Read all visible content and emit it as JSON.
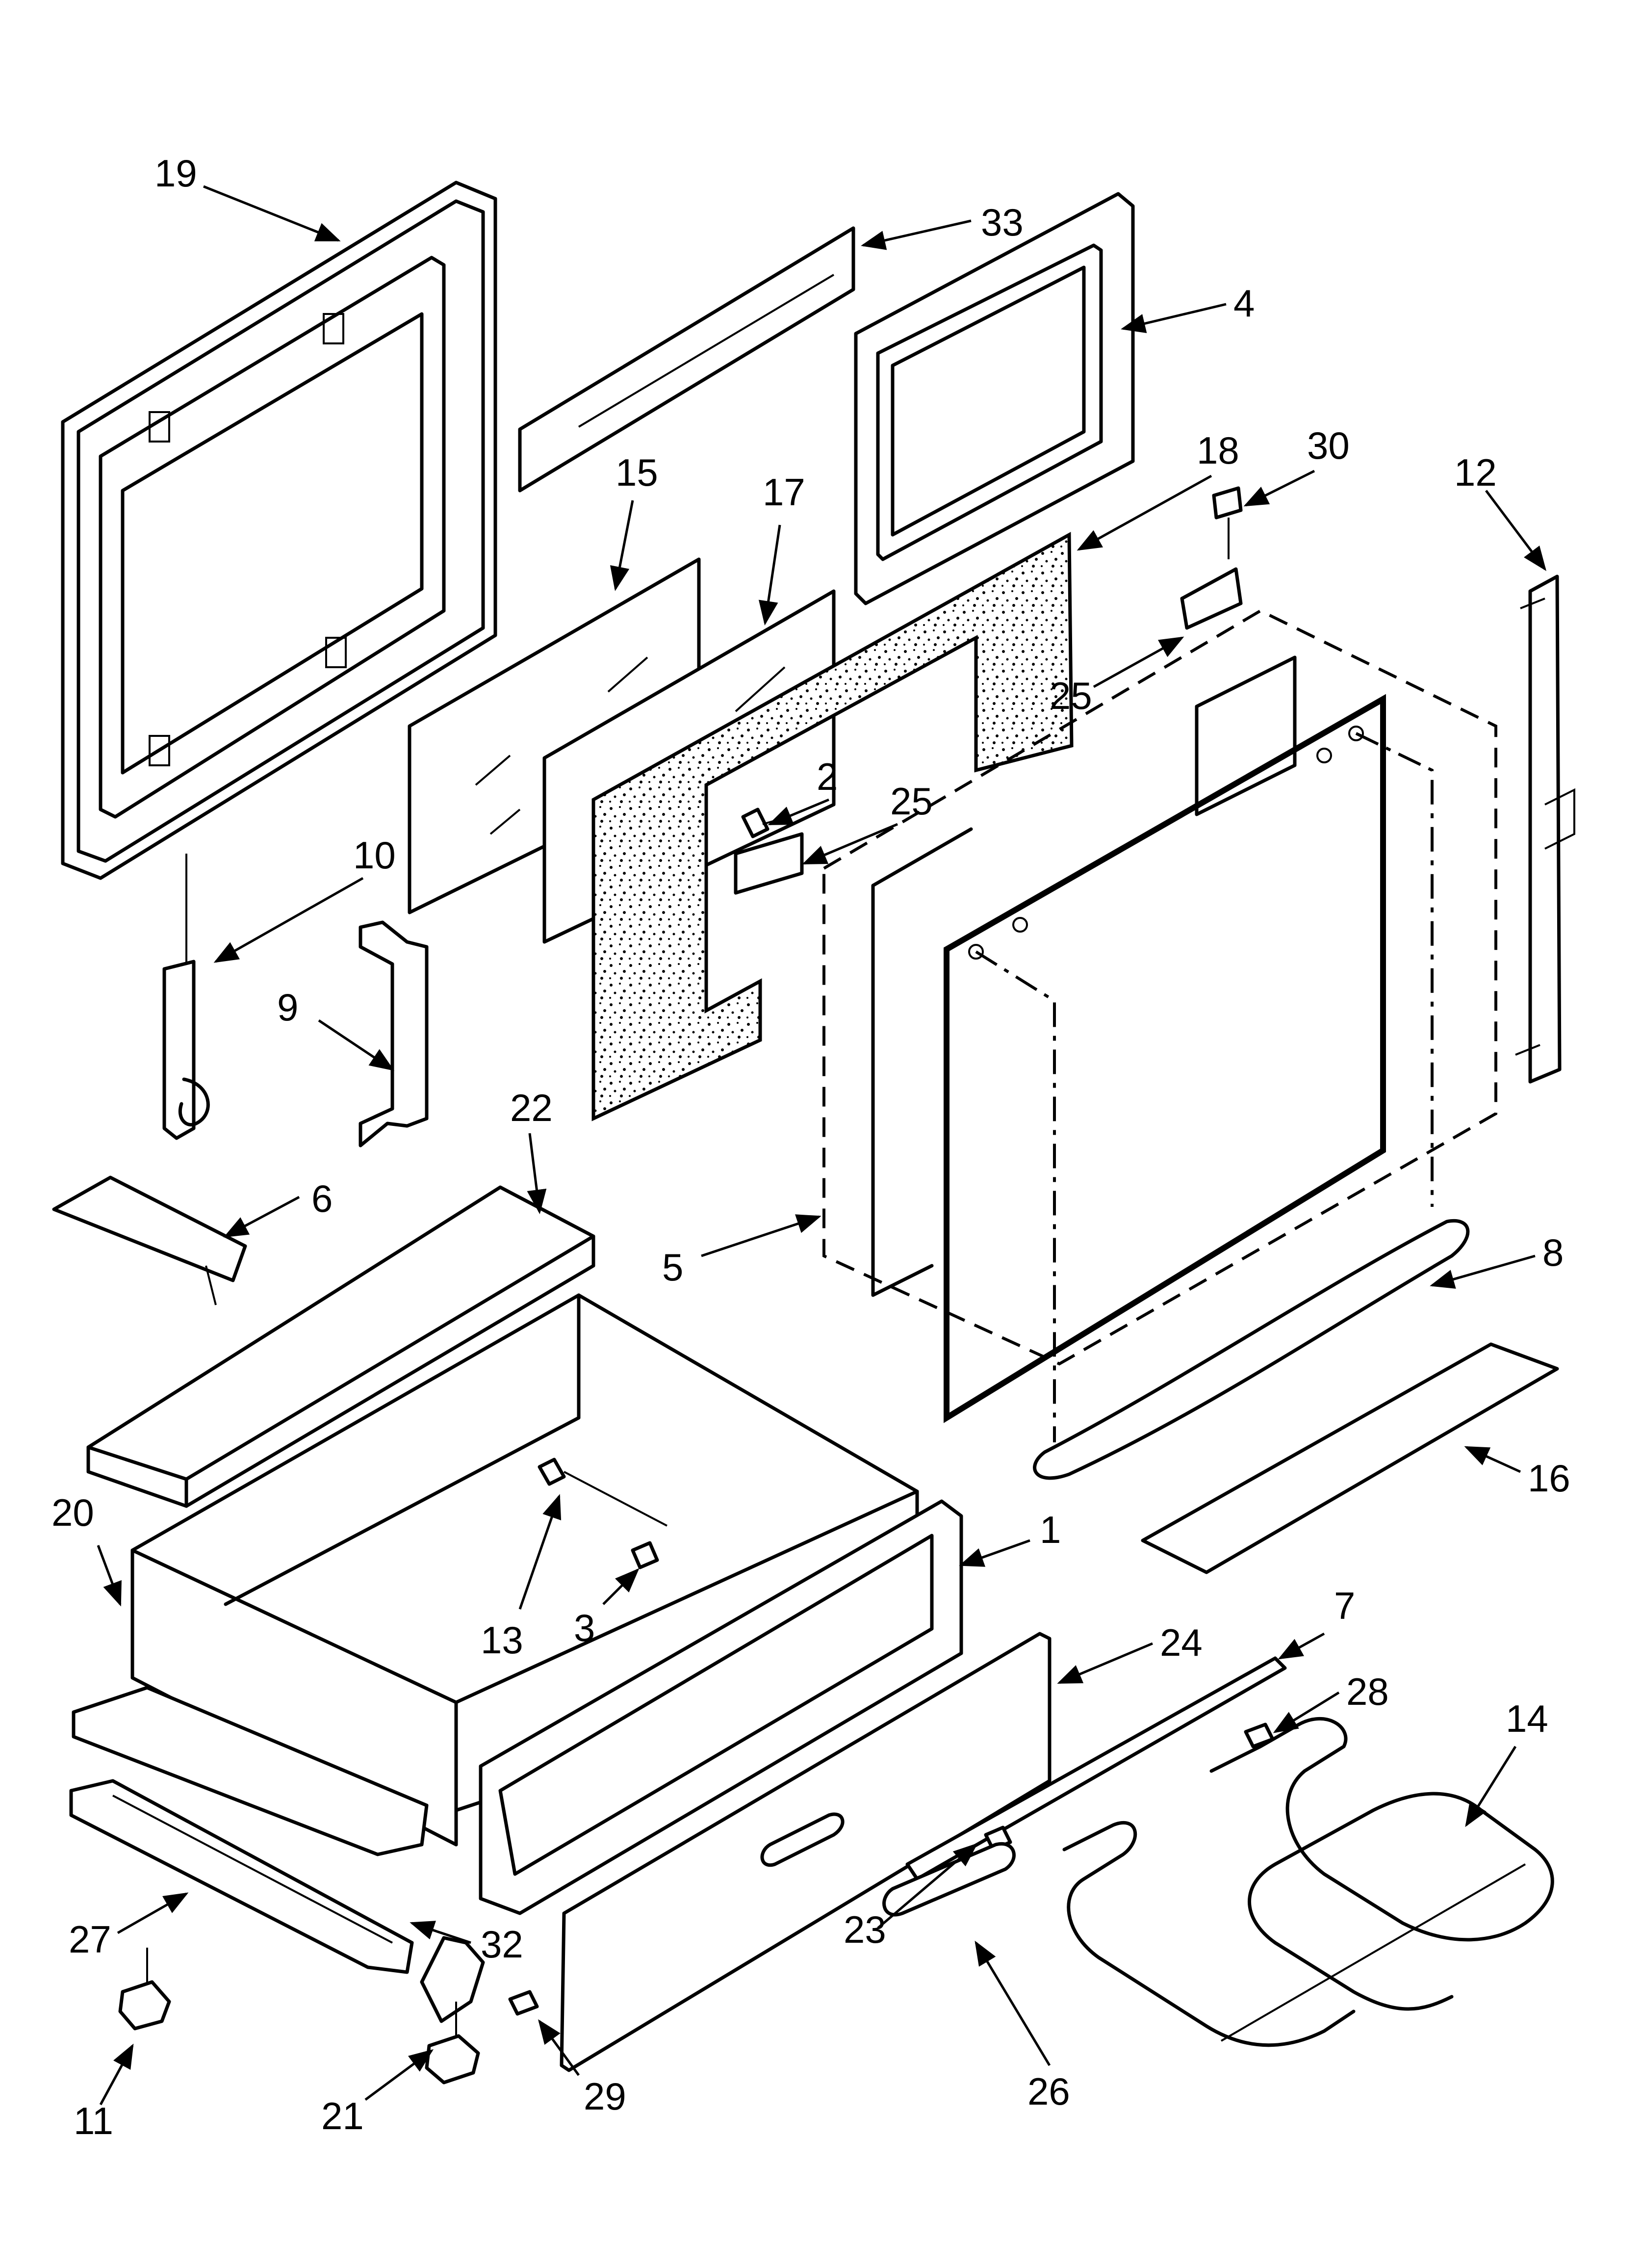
{
  "callouts": [
    {
      "id": "c19",
      "text": "19"
    },
    {
      "id": "c33",
      "text": "33"
    },
    {
      "id": "c4",
      "text": "4"
    },
    {
      "id": "c15",
      "text": "15"
    },
    {
      "id": "c17",
      "text": "17"
    },
    {
      "id": "c18",
      "text": "18"
    },
    {
      "id": "c30",
      "text": "30"
    },
    {
      "id": "c12",
      "text": "12"
    },
    {
      "id": "c25a",
      "text": "25"
    },
    {
      "id": "c10",
      "text": "10"
    },
    {
      "id": "c2",
      "text": "2"
    },
    {
      "id": "c25b",
      "text": "25"
    },
    {
      "id": "c9",
      "text": "9"
    },
    {
      "id": "c22",
      "text": "22"
    },
    {
      "id": "c6",
      "text": "6"
    },
    {
      "id": "c5",
      "text": "5"
    },
    {
      "id": "c8",
      "text": "8"
    },
    {
      "id": "c20",
      "text": "20"
    },
    {
      "id": "c16",
      "text": "16"
    },
    {
      "id": "c1",
      "text": "1"
    },
    {
      "id": "c13",
      "text": "13"
    },
    {
      "id": "c3",
      "text": "3"
    },
    {
      "id": "c7",
      "text": "7"
    },
    {
      "id": "c24",
      "text": "24"
    },
    {
      "id": "c28",
      "text": "28"
    },
    {
      "id": "c14",
      "text": "14"
    },
    {
      "id": "c27",
      "text": "27"
    },
    {
      "id": "c32",
      "text": "32"
    },
    {
      "id": "c23",
      "text": "23"
    },
    {
      "id": "c11",
      "text": "11"
    },
    {
      "id": "c21",
      "text": "21"
    },
    {
      "id": "c29",
      "text": "29"
    },
    {
      "id": "c26",
      "text": "26"
    }
  ]
}
